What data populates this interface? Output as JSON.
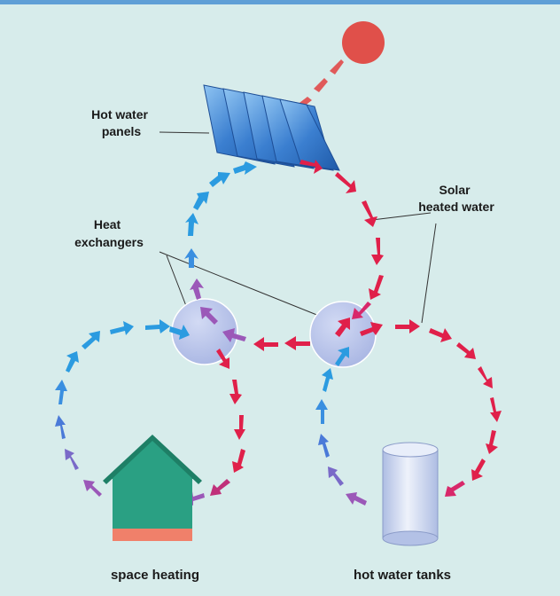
{
  "labels": {
    "hot_water_panels": [
      "Hot water",
      "panels"
    ],
    "solar_heated_water": [
      "Solar",
      "heated water"
    ],
    "heat_exchangers": [
      "Heat",
      "exchangers"
    ],
    "space_heating": "space heating",
    "hot_water_tanks": "hot water tanks"
  },
  "colors": {
    "background": "#d7eceb",
    "top_border": "#5f9fd6",
    "sun": "#e0504a",
    "hot_arrow": "#e0204a",
    "cold_arrow": "#2b9be0",
    "mid_arrow": "#9b58b8",
    "exchanger": "#b8c4ec",
    "house": "#2aa083",
    "house_base": "#f0806a",
    "panel": "#3b7fd0",
    "tank": "#c9d6ef"
  }
}
